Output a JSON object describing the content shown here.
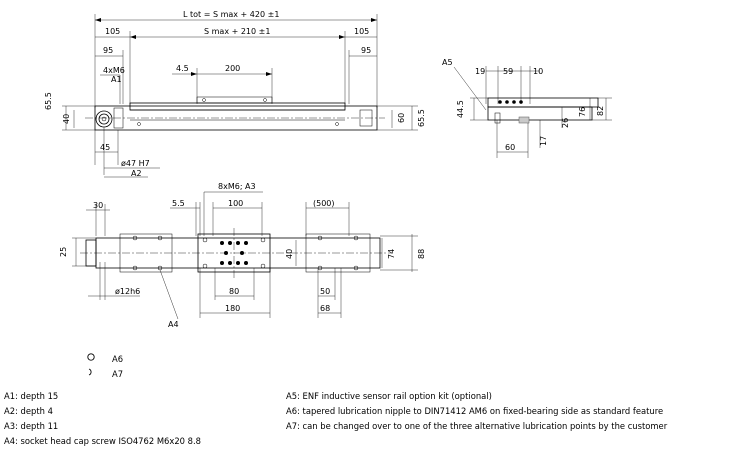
{
  "dims": {
    "l_tot": "L tot = S max + 420 ±1",
    "s_max": "S max + 210 ±1",
    "d105_left": "105",
    "d105_right": "105",
    "d95_left": "95",
    "d95_right": "95",
    "m6_4x": "4xM6",
    "a1": "A1",
    "d4_5": "4.5",
    "d200": "200",
    "d65_5_left": "65.5",
    "d40_left": "40",
    "d60_right": "60",
    "d65_5_right": "65.5",
    "d45": "45",
    "d47h7": "ø47 H7",
    "a2": "A2",
    "a5": "A5",
    "d19": "19",
    "d59": "59",
    "d10": "10",
    "d44_5": "44.5",
    "d76": "76",
    "d82": "82",
    "d26": "26",
    "d17": "17",
    "d60_side": "60",
    "m6_8x": "8xM6; A3",
    "d30": "30",
    "d5_5": "5.5",
    "d100": "100",
    "d500": "(500)",
    "d25": "25",
    "d40_top": "40",
    "d74": "74",
    "d88": "88",
    "d12h6": "ø12h6",
    "d80": "80",
    "d180": "180",
    "d50": "50",
    "d68": "68",
    "a4": "A4"
  },
  "legend": [
    {
      "symbol": "circle-symbol",
      "label": "A6"
    },
    {
      "symbol": "open-arc-symbol",
      "label": "A7"
    }
  ],
  "notes_left": [
    "A1: depth 15",
    "A2: depth 4",
    "A3: depth 11",
    "A4: socket head cap screw ISO4762 M6x20 8.8"
  ],
  "notes_right": [
    "A5: ENF inductive sensor rail option kit (optional)",
    "A6: tapered lubrication nipple to DIN71412 AM6 on fixed-bearing side as standard feature",
    "A7: can be changed over to one of the three alternative lubrication points by the customer"
  ]
}
